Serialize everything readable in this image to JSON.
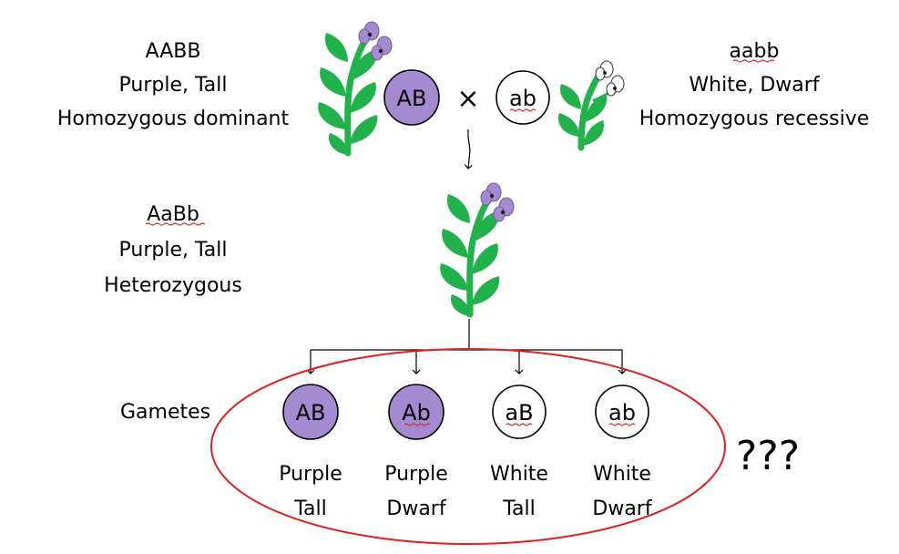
{
  "parent_dominant": {
    "genotype": "AABB",
    "phenotype": "Purple, Tall",
    "type": "Homozygous dominant",
    "gamete": "AB",
    "gamete_fill": "#a48ad0"
  },
  "cross_symbol": "×",
  "parent_recessive": {
    "genotype": "aabb",
    "phenotype": "White, Dwarf",
    "type": "Homozygous recessive",
    "gamete": "ab",
    "gamete_fill": "#ffffff"
  },
  "f1": {
    "genotype": "AaBb",
    "phenotype": "Purple, Tall",
    "type": "Heterozygous"
  },
  "gametes_label": "Gametes",
  "gametes": [
    {
      "allele": "AB",
      "line1": "Purple",
      "line2": "Tall",
      "fill": "#a48ad0"
    },
    {
      "allele": "Ab",
      "line1": "Purple",
      "line2": "Dwarf",
      "fill": "#a48ad0"
    },
    {
      "allele": "aB",
      "line1": "White",
      "line2": "Tall",
      "fill": "#ffffff"
    },
    {
      "allele": "ab",
      "line1": "White",
      "line2": "Dwarf",
      "fill": "#ffffff"
    }
  ],
  "question": "???",
  "colors": {
    "purple": "#a48ad0",
    "plant_green": "#22b24c",
    "ellipse_red": "#e02020"
  },
  "icons": [
    "pea-plant-purple-icon",
    "pea-plant-white-icon"
  ]
}
